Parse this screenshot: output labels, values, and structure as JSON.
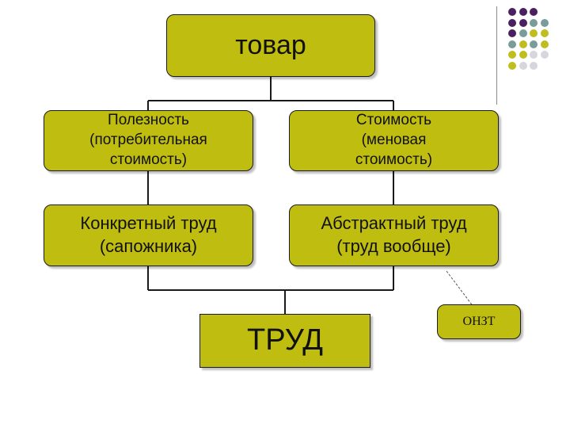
{
  "nodes": {
    "top": "товар",
    "usefulness": "Полезность\n(потребительная\nстоимость)",
    "value": "Стоимость\n(меновая\nстоимость)",
    "concrete_labor": "Конкретный труд\n(сапожника)",
    "abstract_labor": "Абстрактный труд\n(труд вообще)",
    "labor": "ТРУД",
    "callout": "ОНЗТ"
  },
  "colors": {
    "box_fill": "#bfbd10",
    "dot_purple": "#4a2060",
    "dot_teal": "#7a9c9a",
    "dot_olive": "#bfbd20",
    "dot_gray": "#d6d6dc"
  },
  "decoration": {
    "dot_grid": [
      [
        "purple",
        "purple",
        "purple"
      ],
      [
        "purple",
        "purple",
        "teal",
        "teal"
      ],
      [
        "purple",
        "teal",
        "olive",
        "olive"
      ],
      [
        "teal",
        "olive",
        "teal",
        "olive"
      ],
      [
        "olive",
        "olive",
        "gray",
        "gray"
      ],
      [
        "olive",
        "gray",
        "gray"
      ]
    ]
  }
}
